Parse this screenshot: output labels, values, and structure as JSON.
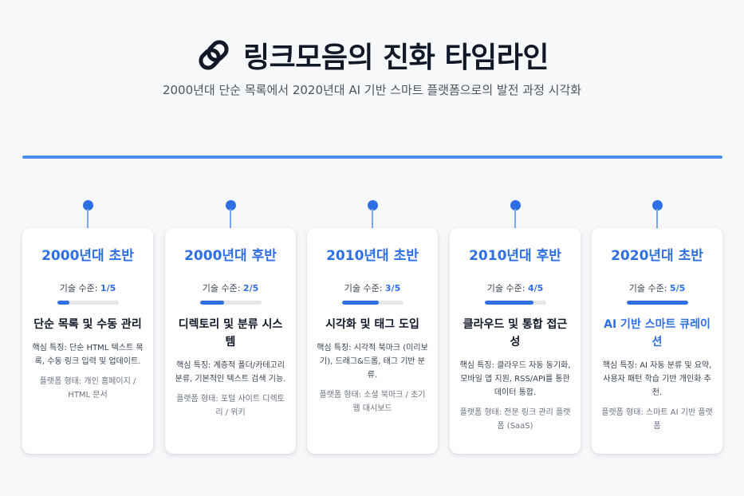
{
  "header": {
    "title": "링크모음의 진화 타임라인",
    "subtitle": "2000년대 단순 목록에서 2020년대 AI 기반 스마트 플랫폼으로의 발전 과정 시각화",
    "icon": "link-chain-icon"
  },
  "level_label": "기술 수준:",
  "colors": {
    "accent": "#2f6fe4",
    "timeline": "#4a8ff0",
    "track": "#e5e7eb"
  },
  "stages": [
    {
      "era": "2000년대 초반",
      "level_text": "1/5",
      "level": 0.2,
      "title": "단순 목록 및 수동 관리",
      "feature": "핵심 특징: 단순 HTML 텍스트 목록, 수동 링크 입력 및 업데이트.",
      "platform": "플랫폼 형태: 개인 홈페이지 / HTML 문서"
    },
    {
      "era": "2000년대 후반",
      "level_text": "2/5",
      "level": 0.4,
      "title": "디렉토리 및 분류 시스템",
      "feature": "핵심 특징: 계층적 폴더/카테고리 분류, 기본적인 텍스트 검색 기능.",
      "platform": "플랫폼 형태: 포털 사이트 디렉토리 / 위키"
    },
    {
      "era": "2010년대 초반",
      "level_text": "3/5",
      "level": 0.6,
      "title": "시각화 및 태그 도입",
      "feature": "핵심 특징: 시각적 북마크 (미리보기), 드래그&드롭, 태그 기반 분류.",
      "platform": "플랫폼 형태: 소셜 북마크 / 초기 웹 대시보드"
    },
    {
      "era": "2010년대 후반",
      "level_text": "4/5",
      "level": 0.8,
      "title": "클라우드 및 통합 접근성",
      "feature": "핵심 특징: 클라우드 자동 동기화, 모바일 앱 지원, RSS/API를 통한 데이터 통합.",
      "platform": "플랫폼 형태: 전문 링크 관리 플랫폼 (SaaS)"
    },
    {
      "era": "2020년대 초반",
      "level_text": "5/5",
      "level": 1.0,
      "title": "AI 기반 스마트 큐레이션",
      "feature": "핵심 특징: AI 자동 분류 및 요약, 사용자 패턴 학습 기반 개인화 추천.",
      "platform": "플랫폼 형태: 스마트 AI 기반 플랫폼"
    }
  ]
}
